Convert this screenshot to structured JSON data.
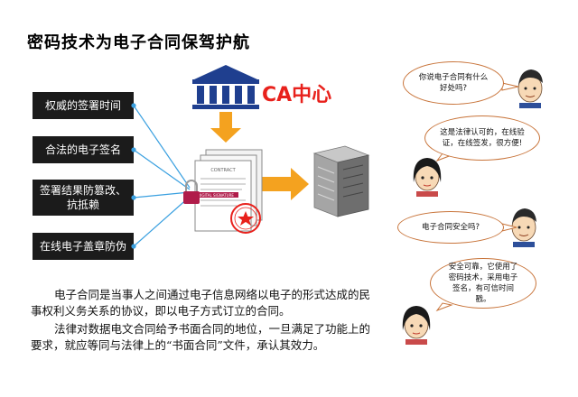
{
  "title": "密码技术为电子合同保驾护航",
  "features": [
    "权威的签署时间",
    "合法的电子签名",
    "签署结果防篡改、抗抵赖",
    "在线电子盖章防伪"
  ],
  "ca_label": "CA中心",
  "paragraphs": [
    "电子合同是当事人之间通过电子信息网络以电子的形式达成的民事权利义务关系的协议，即以电子方式订立的合同。",
    "法律对数据电文合同给予书面合同的地位，一旦满足了功能上的要求，就应等同与法律上的“书面合同”文件，承认其效力。"
  ],
  "dialog": [
    "你说电子合同有什么好处吗?",
    "这是法律认可的，在线验证，在线签发，很方便!",
    "电子合同安全吗?",
    "安全可靠，它使用了密码技术，采用电子签名，有可信时间戳。"
  ],
  "doc_labels": {
    "contract": "CONTRACT",
    "signature": "DIGITAL SIGNATURE"
  },
  "colors": {
    "arrow_orange": "#f4a21f",
    "ca_red": "#e8211c",
    "bank_blue": "#1f3f8f",
    "box_dark": "#1b1b1b",
    "connector_blue": "#3aa0e0",
    "bubble_border": "#c8743a"
  }
}
